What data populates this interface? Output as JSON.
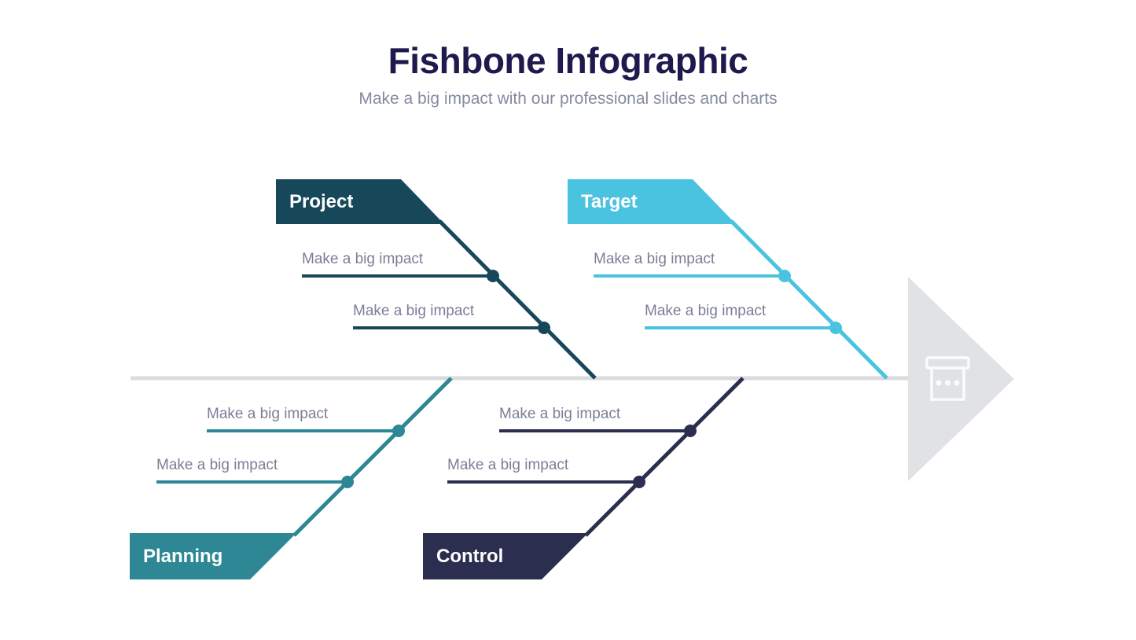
{
  "header": {
    "title": "Fishbone Infographic",
    "subtitle": "Make a big impact with our professional slides and charts"
  },
  "colors": {
    "title_text": "#1e1a4d",
    "subtitle_text": "#858aa1",
    "item_text": "#7b7e98",
    "spine": "#d9dbdd",
    "arrow_head": "#e0e2e5",
    "arrow_icon": "#fafbfc",
    "project": "#17485a",
    "target": "#4ac3e0",
    "planning": "#2d8794",
    "control": "#2b2e4e"
  },
  "categories": [
    {
      "label": "Project",
      "position": "top-left",
      "items": [
        "Make a big impact",
        "Make a big impact"
      ]
    },
    {
      "label": "Target",
      "position": "top-right",
      "items": [
        "Make a big impact",
        "Make a big impact"
      ]
    },
    {
      "label": "Planning",
      "position": "bottom-left",
      "items": [
        "Make a big impact",
        "Make a big impact"
      ]
    },
    {
      "label": "Control",
      "position": "bottom-right",
      "items": [
        "Make a big impact",
        "Make a big impact"
      ]
    }
  ],
  "icons": {
    "arrow_head": "right-arrow-head",
    "arrow_center": "archive-box-icon"
  }
}
